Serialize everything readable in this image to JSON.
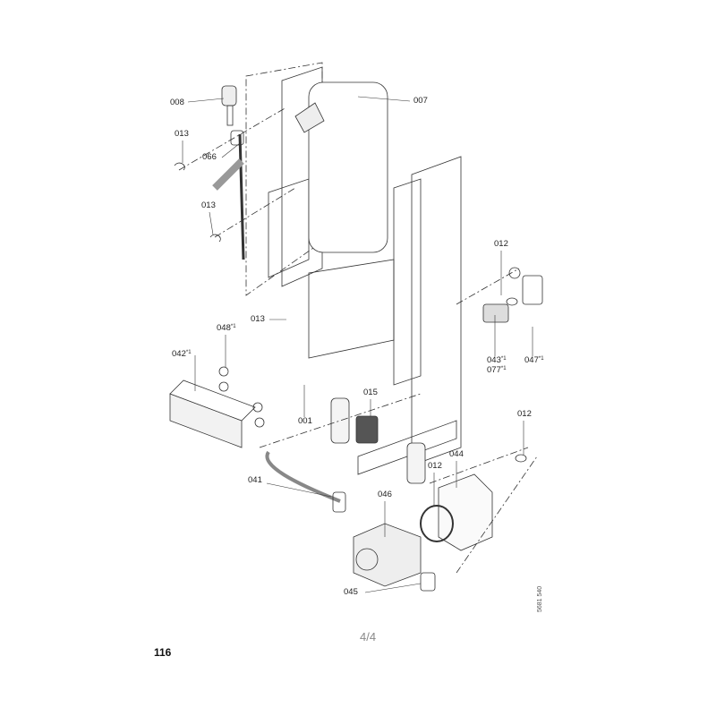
{
  "labels": {
    "p008": {
      "num": "008",
      "sup": ""
    },
    "p007": {
      "num": "007",
      "sup": ""
    },
    "p013a": {
      "num": "013",
      "sup": ""
    },
    "p066": {
      "num": "066",
      "sup": ""
    },
    "p013b": {
      "num": "013",
      "sup": ""
    },
    "p012a": {
      "num": "012",
      "sup": ""
    },
    "p013c": {
      "num": "013",
      "sup": ""
    },
    "p048": {
      "num": "048",
      "sup": "*1"
    },
    "p042": {
      "num": "042",
      "sup": "*1"
    },
    "p043": {
      "num": "043",
      "sup": "*1"
    },
    "p077": {
      "num": "077",
      "sup": "*1"
    },
    "p047": {
      "num": "047",
      "sup": "*1"
    },
    "p015": {
      "num": "015",
      "sup": ""
    },
    "p001": {
      "num": "001",
      "sup": ""
    },
    "p012b": {
      "num": "012",
      "sup": ""
    },
    "p044": {
      "num": "044",
      "sup": ""
    },
    "p012c": {
      "num": "012",
      "sup": ""
    },
    "p041": {
      "num": "041",
      "sup": ""
    },
    "p046": {
      "num": "046",
      "sup": ""
    },
    "p045": {
      "num": "045",
      "sup": ""
    }
  },
  "footer": {
    "page_indicator": "4/4",
    "page_number": "116",
    "document_id": "5681 540"
  }
}
